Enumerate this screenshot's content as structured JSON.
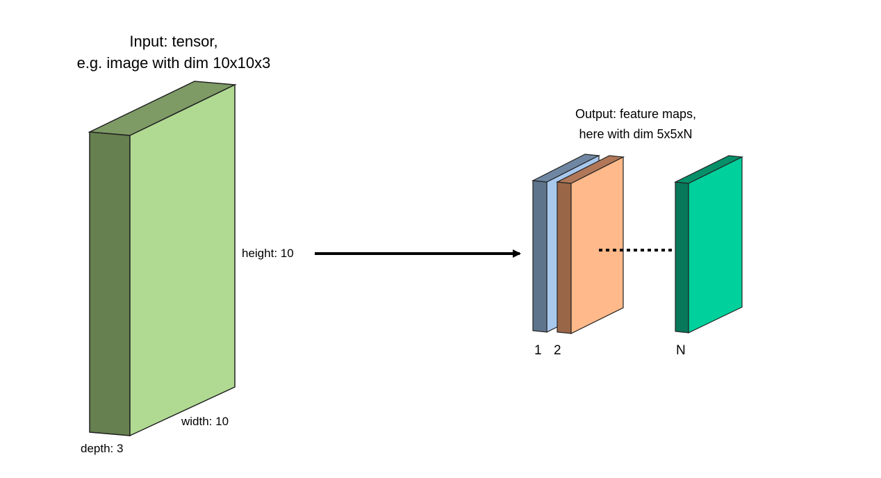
{
  "input": {
    "title_line1": "Input: tensor,",
    "title_line2": "e.g. image with dim 10x10x3",
    "height_label": "height: 10",
    "width_label": "width: 10",
    "depth_label": "depth: 3"
  },
  "output": {
    "title_line1": "Output: feature maps,",
    "title_line2": "here with dim 5x5xN",
    "map_labels": [
      "1",
      "2",
      "N"
    ]
  },
  "colors": {
    "input_front": "#b0da92",
    "input_side": "#66804f",
    "input_top": "#7e9b66",
    "map1_side": "#5e748c",
    "map1_front": "#a8c8ee",
    "map2_side": "#9a6648",
    "map2_front": "#ffb98a",
    "mapN_side": "#08785a",
    "mapN_front": "#00d09c"
  }
}
